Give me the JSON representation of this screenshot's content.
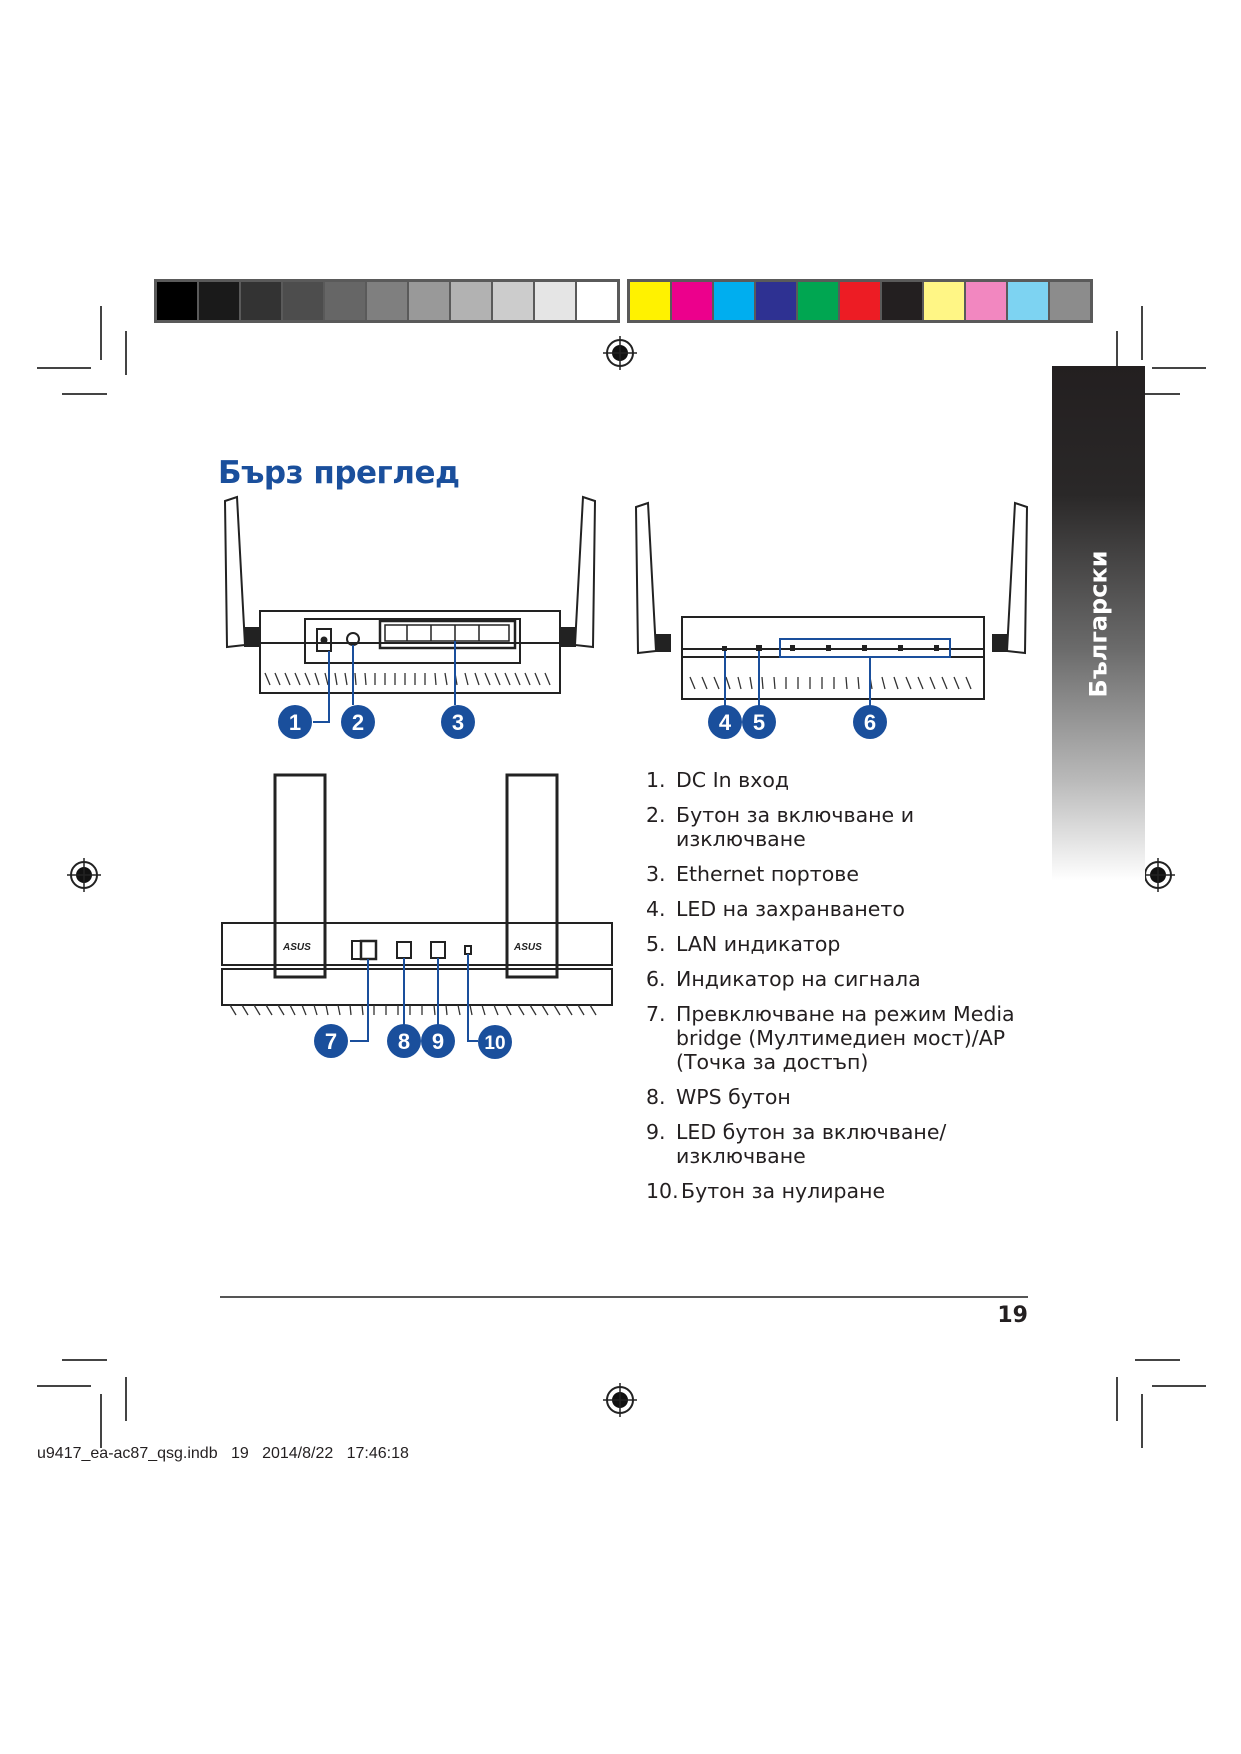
{
  "page": {
    "title": "Бърз преглед",
    "side_tab_label": "Български",
    "page_number": "19",
    "slug": "u9417_ea-ac87_qsg.indb   19   2014/8/22   17:46:18"
  },
  "color_bars": {
    "grayscale": [
      "#000000",
      "#1a1a1a",
      "#333333",
      "#4d4d4d",
      "#666666",
      "#7f7f7f",
      "#999999",
      "#b2b2b2",
      "#cccccc",
      "#e5e5e5",
      "#ffffff"
    ],
    "process": [
      "#fff200",
      "#ec008c",
      "#00aeef",
      "#2e3192",
      "#00a651",
      "#ed1c24",
      "#231f20",
      "#fff685",
      "#f287c0",
      "#7dd3f2",
      "#8c8c8c"
    ]
  },
  "accent_color": "#1a4f9c",
  "callouts": {
    "rear": [
      "1",
      "2",
      "3"
    ],
    "front": [
      "4",
      "5",
      "6"
    ],
    "top": [
      "7",
      "8",
      "9",
      "10"
    ]
  },
  "items": [
    {
      "num": "1.",
      "text": "DC In вход"
    },
    {
      "num": "2.",
      "text": "Бутон за включване и изключване"
    },
    {
      "num": "3.",
      "text": "Ethernet портове"
    },
    {
      "num": "4.",
      "text": "LED на захранването"
    },
    {
      "num": "5.",
      "text": "LAN индикатор"
    },
    {
      "num": "6.",
      "text": "Индикатор на сигнала"
    },
    {
      "num": "7.",
      "text": "Превключване на режим Media bridge (Мултимедиен мост)/AP (Точка за достъп)"
    },
    {
      "num": "8.",
      "text": "WPS бутон"
    },
    {
      "num": "9.",
      "text": "LED бутон за включване/ изключване"
    },
    {
      "num": "10.",
      "text": "Бутон за нулиране"
    }
  ]
}
